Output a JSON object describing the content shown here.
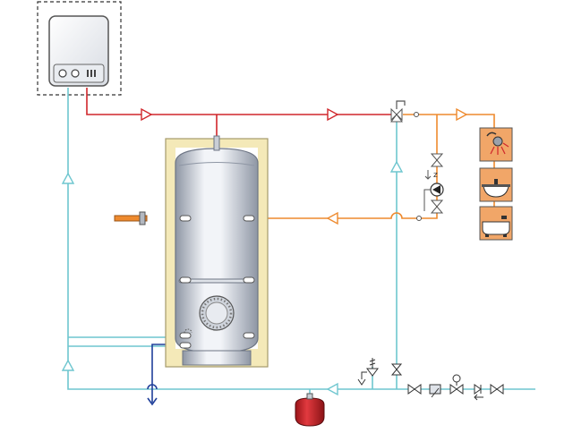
{
  "colors": {
    "hot": "#d0262b",
    "dhw": "#ee8a2e",
    "cold": "#6ec6cf",
    "drain": "#1f3f9a",
    "insulation": "#f4e9b8",
    "tank_light": "#f2f4f8",
    "tank_dark": "#8e96a4",
    "boiler_frame": "#333333",
    "fixture_bg": "#f1a668"
  },
  "components": [
    {
      "id": "boiler",
      "icon": "wall-boiler-icon"
    },
    {
      "id": "storage-tank",
      "icon": "insulated-tank-icon"
    },
    {
      "id": "electric-heater",
      "icon": "immersion-heater-icon"
    },
    {
      "id": "mixing-valve",
      "icon": "thermostatic-mixing-valve-icon"
    },
    {
      "id": "circulation-pump",
      "icon": "pump-icon"
    },
    {
      "id": "expansion-vessel",
      "icon": "expansion-vessel-icon"
    },
    {
      "id": "safety-valve",
      "icon": "safety-valve-icon"
    },
    {
      "id": "pressure-reducer",
      "icon": "pressure-reducer-icon"
    },
    {
      "id": "shower",
      "icon": "shower-icon"
    },
    {
      "id": "washbasin",
      "icon": "washbasin-icon"
    },
    {
      "id": "bathtub",
      "icon": "bathtub-icon"
    }
  ]
}
